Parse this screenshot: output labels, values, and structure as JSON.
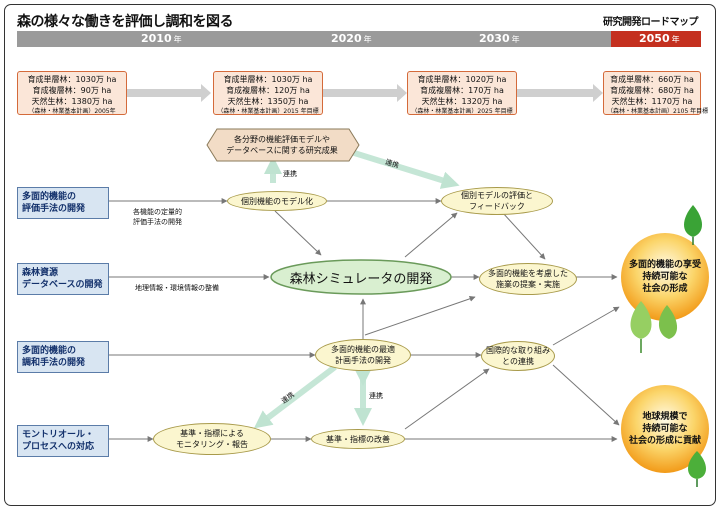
{
  "title": "森の様々な働きを評価し調和を図る",
  "roadmap_label": "研究開発ロードマップ",
  "years": [
    {
      "year": "2010",
      "unit": "年"
    },
    {
      "year": "2020",
      "unit": "年"
    },
    {
      "year": "2030",
      "unit": "年"
    },
    {
      "year": "2050",
      "unit": "年"
    }
  ],
  "stats": [
    {
      "line1": "育成単層林：1030万 ha",
      "line2": "育成複層林：90万 ha",
      "line3": "天然生林：1380万 ha",
      "source": "（森林・林業基本計画）2005年"
    },
    {
      "line1": "育成単層林：1030万 ha",
      "line2": "育成複層林：120万 ha",
      "line3": "天然生林：1350万 ha",
      "source": "（森林・林業基本計画）2015 年目標"
    },
    {
      "line1": "育成単層林：1020万 ha",
      "line2": "育成複層林：170万 ha",
      "line3": "天然生林：1320万 ha",
      "source": "（森林・林業基本計画）2025 年目標"
    },
    {
      "line1": "育成単層林：660万 ha",
      "line2": "育成複層林：680万 ha",
      "line3": "天然生林：1170万 ha",
      "source": "（森林・林業基本計画）2105 年目標"
    }
  ],
  "tracks": {
    "t1_line1": "多面的機能の",
    "t1_line2": "評価手法の開発",
    "t2_line1": "森林資源",
    "t2_line2": "データベースの開発",
    "t3_line1": "多面的機能の",
    "t3_line2": "調和手法の開発",
    "t4_line1": "モントリオール・",
    "t4_line2": "プロセスへの対応"
  },
  "notes": {
    "eval_line1": "各機能の定量的",
    "eval_line2": "評価手法の開発",
    "db": "地理情報・環境情報の整備"
  },
  "nodes": {
    "hex_line1": "各分野の機能評価モデルや",
    "hex_line2": "データベースに関する研究成果",
    "model": "個別機能のモデル化",
    "feedback_line1": "個別モデルの評価と",
    "feedback_line2": "フィードバック",
    "sim": "森林シミュレータの開発",
    "policy_line1": "多面的機能を考慮した",
    "policy_line2": "施業の提案・実施",
    "opt_line1": "多面的機能の最適",
    "opt_line2": "計画手法の開発",
    "intl_line1": "国際的な取り組み",
    "intl_line2": "との連携",
    "monitor_line1": "基準・指標による",
    "monitor_line2": "モニタリング・報告",
    "improve": "基準・指標の改善"
  },
  "links": {
    "a": "連携",
    "b": "連携",
    "c": "連携",
    "d": "連携"
  },
  "goals": {
    "g1_line1": "多面的機能の享受",
    "g1_line2": "持続可能な",
    "g1_line3": "社会の形成",
    "g2_line1": "地球規模で",
    "g2_line2": "持続可能な",
    "g2_line3": "社会の形成に貢献"
  },
  "colors": {
    "bar": "#9a9a9a",
    "bar_2050": "#c4301f",
    "stat_fill": "#fbe6d8",
    "track_fill": "#d8e5f2",
    "node_fill": "#fbf6cf",
    "sim_fill": "#d9efd0",
    "link_arrow": "#c5e6d6",
    "goal_orange": "#f2a21c",
    "leaf_green": "#4caf3a"
  }
}
